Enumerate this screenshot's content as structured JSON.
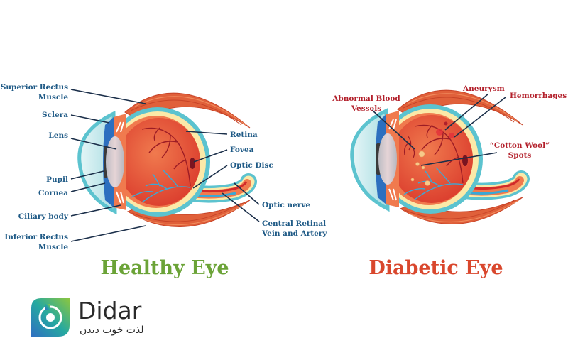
{
  "healthy": {
    "title": "Healthy Eye",
    "title_color": "#6ba337",
    "labels": {
      "superior_rectus": [
        "Superior Rectus",
        "Muscle"
      ],
      "sclera": "Sclera",
      "lens": "Lens",
      "pupil": "Pupil",
      "cornea": "Cornea",
      "ciliary_body": "Ciliary body",
      "inferior_rectus": [
        "Inferior Rectus",
        "Muscle"
      ],
      "retina": "Retina",
      "fovea": "Fovea",
      "optic_disc": "Optic Disc",
      "optic_nerve": "Optic nerve",
      "central_retinal": [
        "Central Retinal",
        "Vein and Artery"
      ]
    }
  },
  "diabetic": {
    "title": "Diabetic Eye",
    "title_color": "#d9472d",
    "labels": {
      "abnormal_vessels": [
        "Abnormal Blood",
        "Vessels"
      ],
      "aneurysm": "Aneurysm",
      "hemorrhages": "Hemorrhages",
      "cotton_wool": [
        "“Cotton Wool”",
        "Spots"
      ]
    }
  },
  "logo": {
    "name": "Didar",
    "tagline": "لذت خوب دیدن"
  }
}
